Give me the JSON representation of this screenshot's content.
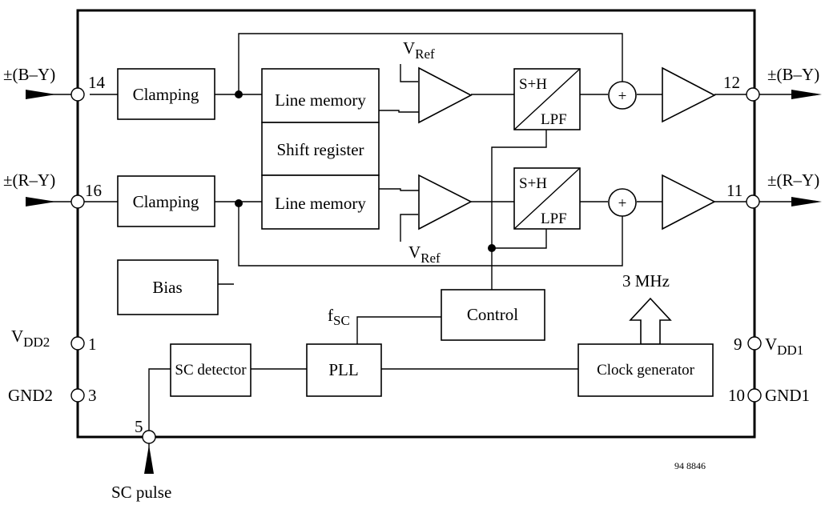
{
  "figure_code": "94 8846",
  "blocks": {
    "clamping_by": "Clamping",
    "clamping_ry": "Clamping",
    "line_memory_top": "Line memory",
    "shift_register": "Shift register",
    "line_memory_bottom": "Line memory",
    "sh_top": "S+H",
    "lpf_top": "LPF",
    "sh_bottom": "S+H",
    "lpf_bottom": "LPF",
    "bias": "Bias",
    "control": "Control",
    "pll": "PLL",
    "sc_detector": "SC detector",
    "clock_generator": "Clock generator",
    "adder_symbol": "+"
  },
  "signals": {
    "vref_top_main": "V",
    "vref_top_sub": "Ref",
    "vref_bottom_main": "V",
    "vref_bottom_sub": "Ref",
    "fsc_main": "f",
    "fsc_sub": "SC",
    "clock_out": "3 MHz",
    "sc_pulse": "SC pulse"
  },
  "pins": {
    "in_by_label": "±(B–Y)",
    "in_by_num": "14",
    "in_ry_label": "±(R–Y)",
    "in_ry_num": "16",
    "out_by_label": "±(B–Y)",
    "out_by_num": "12",
    "out_ry_label": "±(R–Y)",
    "out_ry_num": "11",
    "vdd2_main": "V",
    "vdd2_sub": "DD2",
    "vdd2_num": "1",
    "gnd2_label": "GND2",
    "gnd2_num": "3",
    "sc_pin_num": "5",
    "vdd1_main": "V",
    "vdd1_sub": "DD1",
    "vdd1_num": "9",
    "gnd1_label": "GND1",
    "gnd1_num": "10"
  }
}
